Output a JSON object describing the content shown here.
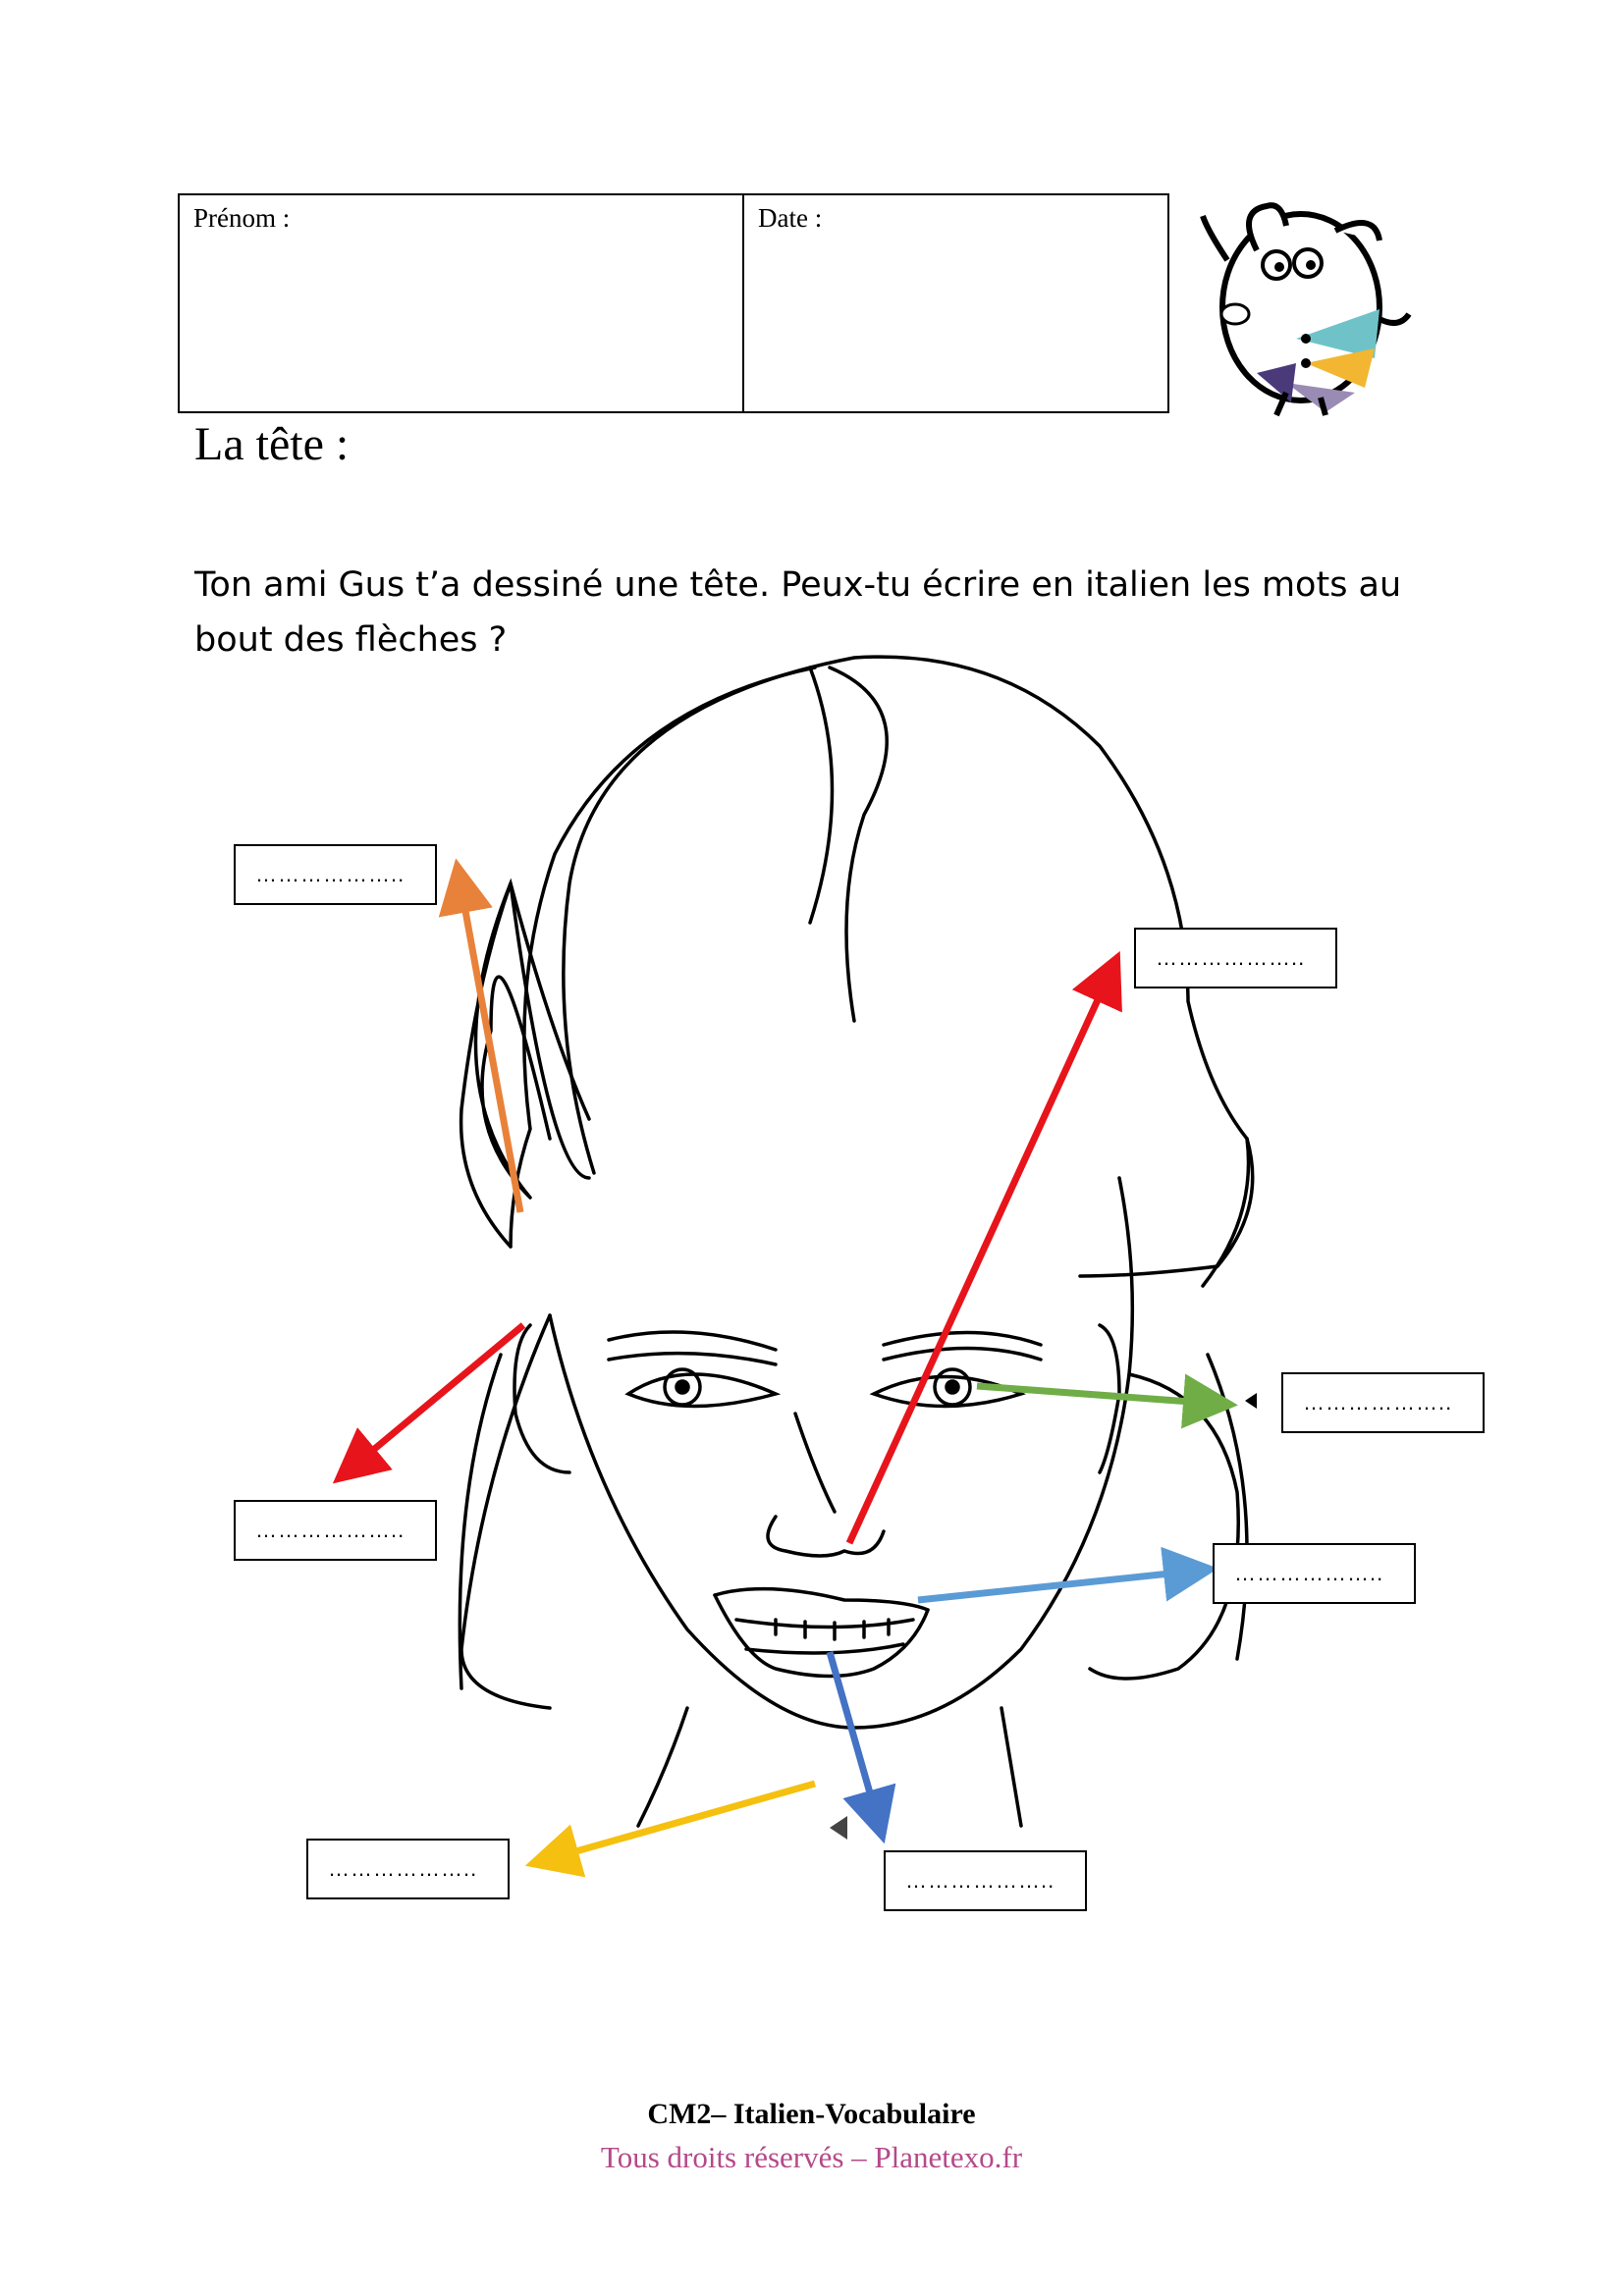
{
  "header": {
    "name_label": "Prénom :",
    "date_label": "Date :"
  },
  "title": "La tête :",
  "instructions": "Ton ami Gus t’a dessiné une tête. Peux-tu écrire en italien les mots au bout des flèches ?",
  "answer_placeholder": "………………..",
  "arrow_colors": {
    "orange": "#e8823a",
    "red": "#e8141b",
    "green": "#70ad47",
    "blue_light": "#5b9bd5",
    "blue_dark": "#4472c4",
    "yellow": "#f5c00f"
  },
  "footer": {
    "course": "CM2– Italien-Vocabulaire",
    "rights": "Tous droits réservés – Planetexo.fr",
    "rights_color": "#b5498a"
  },
  "mascot_icon": "sheep-mascot-icon"
}
